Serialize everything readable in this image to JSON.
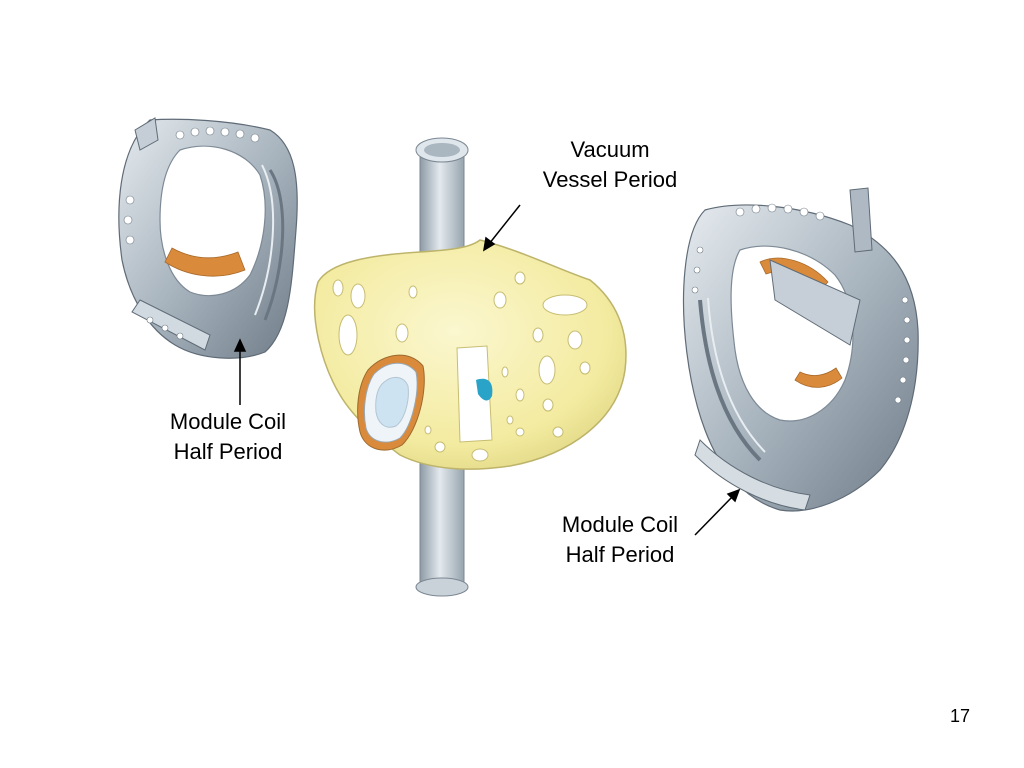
{
  "labels": {
    "vacuum_vessel": [
      "Vacuum",
      "Vessel Period"
    ],
    "module_coil_left": [
      "Module Coil",
      "Half Period"
    ],
    "module_coil_right": [
      "Module Coil",
      "Half Period"
    ]
  },
  "page_number": "17",
  "colors": {
    "vessel": "#f4eda3",
    "coil_metal": "#b8c3cc",
    "coil_dark": "#7d8a96",
    "copper": "#d98a3a",
    "port_blue": "#cde3f2",
    "pipe": "#c4ced6"
  }
}
